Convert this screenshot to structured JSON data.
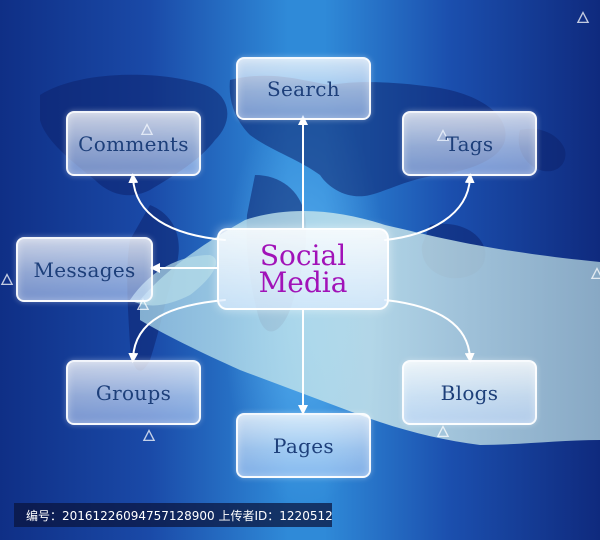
{
  "diagram": {
    "center": {
      "line1": "Social",
      "line2": "Media"
    },
    "nodes": {
      "search": "Search",
      "comments": "Comments",
      "tags": "Tags",
      "messages": "Messages",
      "groups": "Groups",
      "blogs": "Blogs",
      "pages": "Pages"
    }
  },
  "footer": {
    "text": "编号：20161226094757128900 上传者ID：1220512"
  },
  "colors": {
    "center_text": "#a112b8",
    "node_text": "#1d3f7a",
    "background": "#1a4aa8"
  },
  "icons": {
    "watermark": "flame-icon"
  }
}
